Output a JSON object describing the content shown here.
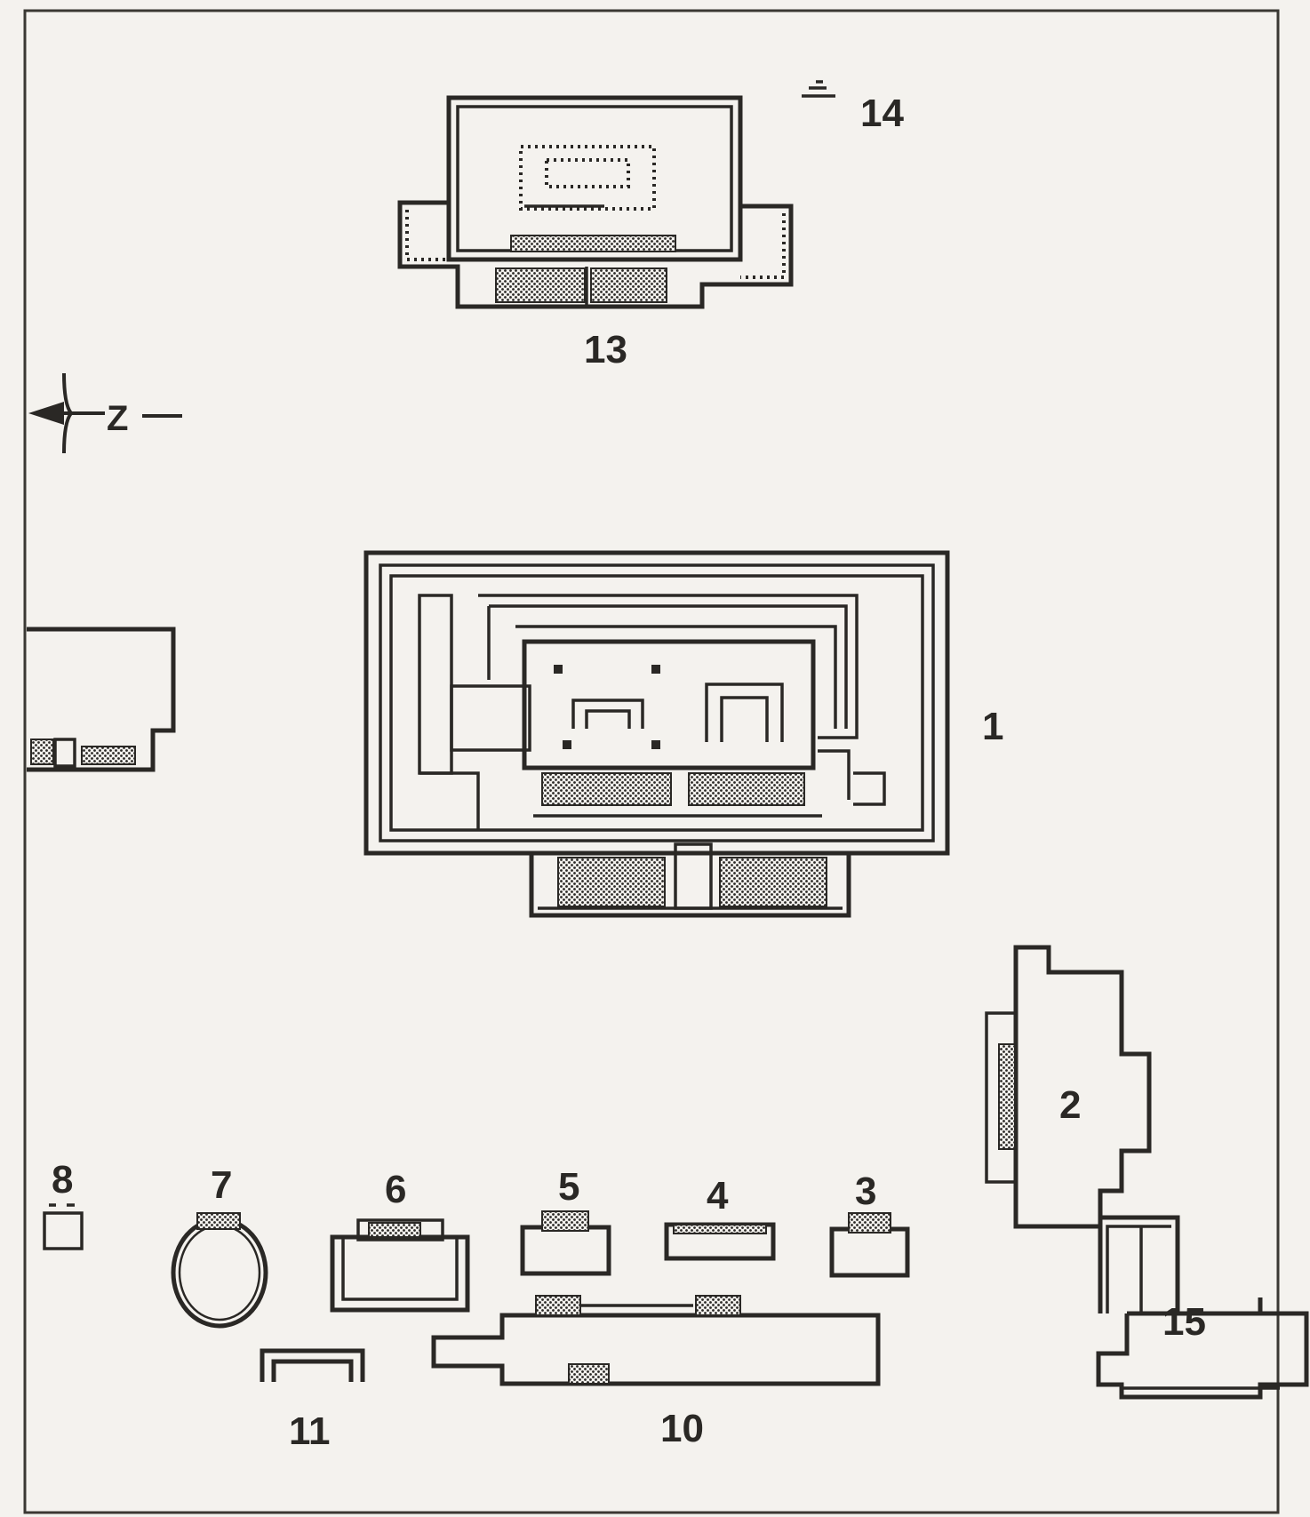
{
  "labels": {
    "n1": "1",
    "n2": "2",
    "n3": "3",
    "n4": "4",
    "n5": "5",
    "n6": "6",
    "n7": "7",
    "n8": "8",
    "n10": "10",
    "n11": "11",
    "n13": "13",
    "n14": "14",
    "n15": "15"
  },
  "north_arrow": {
    "letter": "Z"
  },
  "colors": {
    "ink": "#2a2825",
    "paper": "#f4f2ee"
  }
}
